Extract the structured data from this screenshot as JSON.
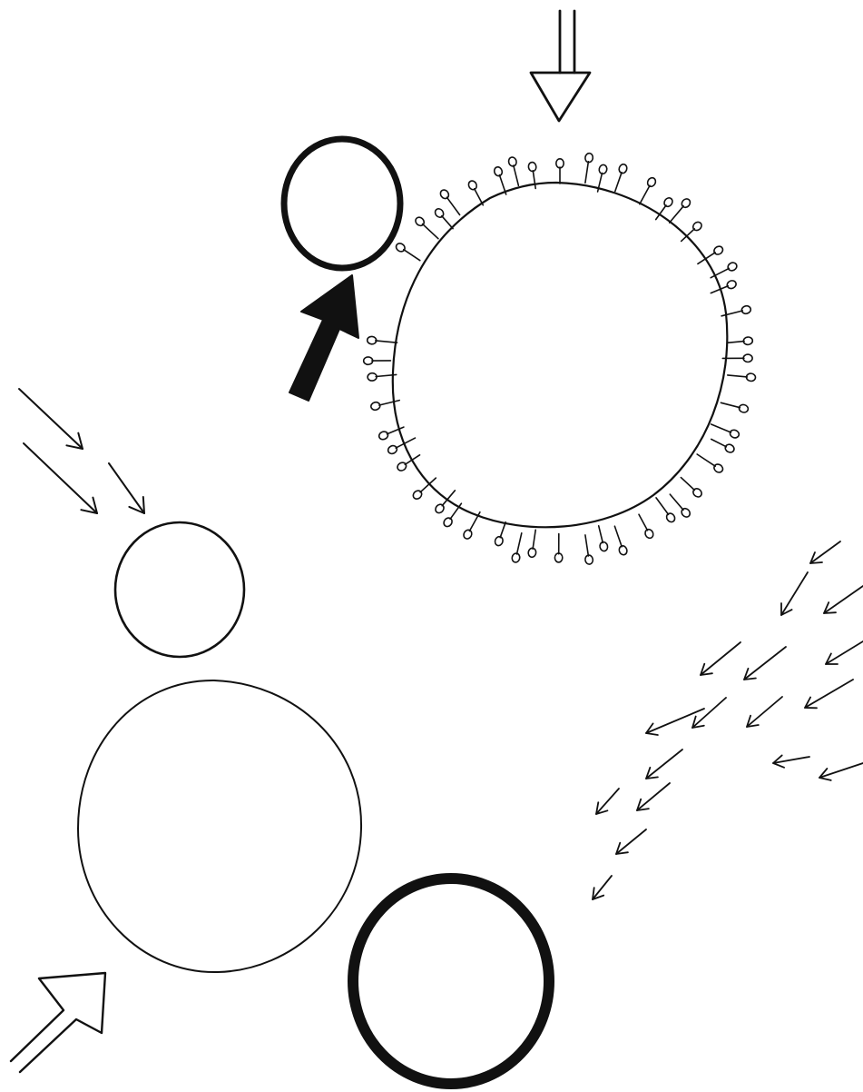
{
  "diagram": {
    "ink_color": "#111111",
    "background_color": "#ffffff",
    "shapes": [
      {
        "name": "spiked-circle",
        "kind": "large circle with lollipop-shaped spikes around its edge"
      },
      {
        "name": "small-bold-circle",
        "kind": "small thick-outlined circle"
      },
      {
        "name": "small-thin-circle",
        "kind": "small thin-outlined circle"
      },
      {
        "name": "large-thin-circle",
        "kind": "large thin-outlined circle"
      },
      {
        "name": "bold-ring",
        "kind": "medium very thick-outlined circle"
      }
    ],
    "arrows": [
      {
        "name": "hollow-arrow-down",
        "kind": "hollow outline arrow"
      },
      {
        "name": "solid-arrow-up",
        "kind": "solid filled arrow"
      },
      {
        "name": "hollow-arrow-diagonal",
        "kind": "hollow outline arrow"
      },
      {
        "name": "thin-arrow-cluster-left",
        "kind": "thin line arrows",
        "count": 3
      },
      {
        "name": "thin-arrow-swarm-right",
        "kind": "thin line arrows",
        "count": 17
      }
    ]
  }
}
